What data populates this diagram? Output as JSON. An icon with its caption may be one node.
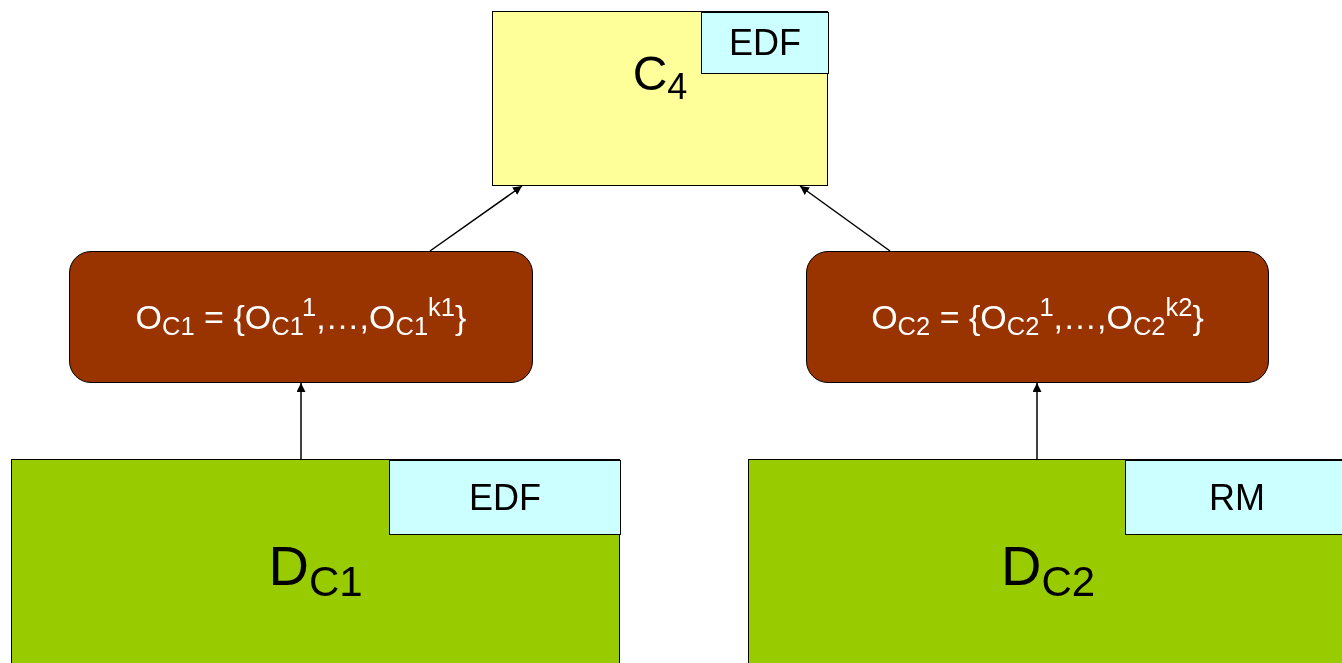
{
  "diagram": {
    "nodes": [
      {
        "text": [
          "C$_{4}$"
        ]
      },
      {
        "text": [
          "EDF"
        ],
        "in": 0
      },
      {
        "text": [
          "O$_{C1}$ = {O$_{C1}$$^{1}$,…,O$_{C1}$$^{k1}$}"
        ]
      },
      {
        "text": [
          "O$_{C2}$ = {O$_{C2}$$^{1}$,…,O$_{C2}$$^{k2}$}"
        ]
      },
      {
        "text": [
          "D$_{C1}$"
        ]
      },
      {
        "text": [
          "EDF"
        ],
        "in": 4
      },
      {
        "text": [
          "D$_{C2}$"
        ]
      },
      {
        "text": [
          "RM"
        ],
        "in": 6
      }
    ],
    "edges": [
      {
        "from": 2,
        "to": 0,
        "arrow": "to"
      },
      {
        "from": 3,
        "to": 0,
        "arrow": "to"
      },
      {
        "from": 4,
        "to": 2,
        "arrow": "to"
      },
      {
        "from": 6,
        "to": 3,
        "arrow": "to"
      }
    ]
  }
}
